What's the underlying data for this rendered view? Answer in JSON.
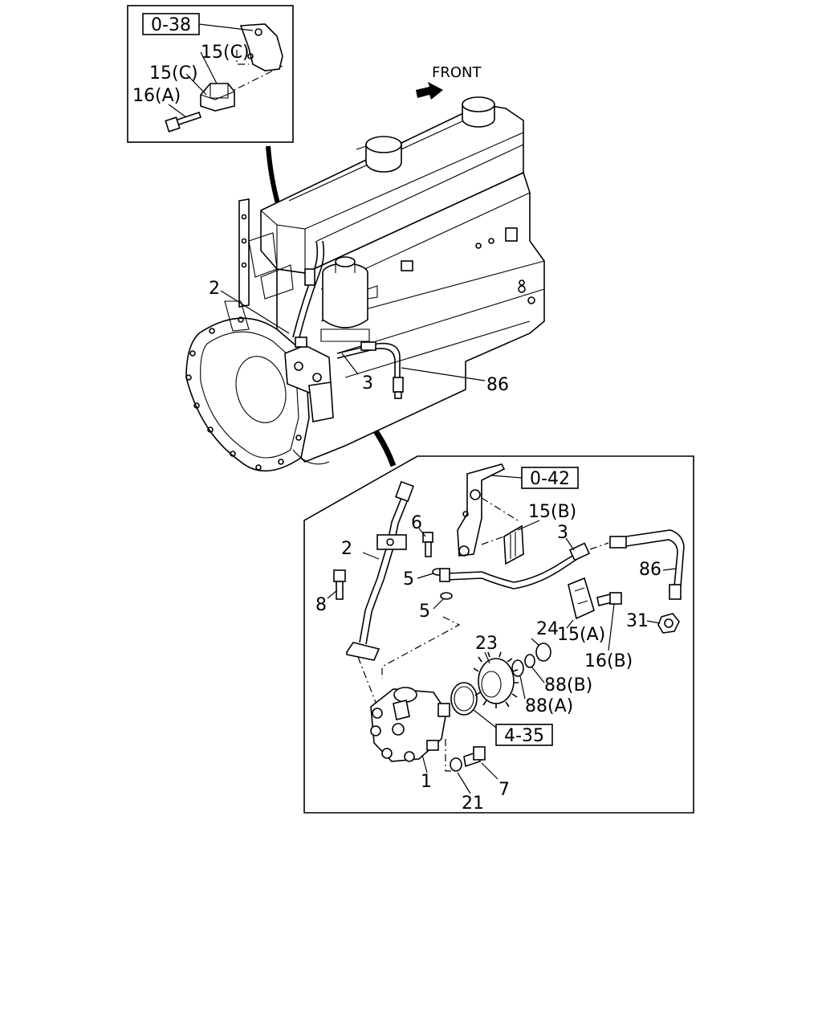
{
  "front_label": "FRONT",
  "refs": {
    "r1": "0-38",
    "r2": "0-42",
    "r3": "4-35"
  },
  "callouts": {
    "c15c_a": "15(C)",
    "c15c_b": "15(C)",
    "c16a": "16(A)",
    "c2_main": "2",
    "c3_main": "3",
    "c86_main": "86",
    "c2": "2",
    "c6": "6",
    "c5a": "5",
    "c5b": "5",
    "c8": "8",
    "c15b": "15(B)",
    "c3": "3",
    "c86": "86",
    "c24": "24",
    "c15a": "15(A)",
    "c31": "31",
    "c16b": "16(B)",
    "c23": "23",
    "c88b": "88(B)",
    "c88a": "88(A)",
    "c1": "1",
    "c7": "7",
    "c21": "21"
  }
}
